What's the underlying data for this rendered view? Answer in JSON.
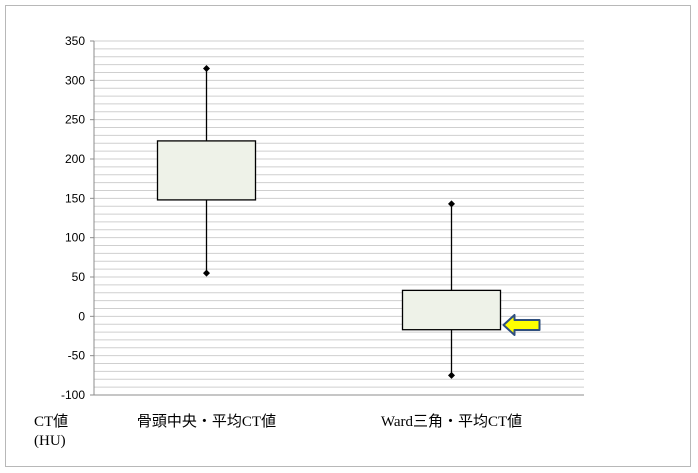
{
  "chart_data": {
    "type": "boxplot",
    "title": "",
    "ylabel_lines": [
      "CT値",
      "(HU)"
    ],
    "ylim": [
      -100,
      350
    ],
    "yticks": [
      350,
      300,
      250,
      200,
      150,
      100,
      50,
      0,
      -50,
      -100
    ],
    "minor_grid_step": 10,
    "grid": true,
    "categories": [
      "骨頭中央・平均CT値",
      "Ward三角・平均CT値"
    ],
    "boxes": [
      {
        "category": "骨頭中央・平均CT値",
        "min": 55,
        "q1": 148,
        "q3": 223,
        "max": 315
      },
      {
        "category": "Ward三角・平均CT値",
        "min": -75,
        "q1": -17,
        "q3": 33,
        "max": 143
      }
    ],
    "annotation": {
      "type": "arrow",
      "target_category": "Ward三角・平均CT値",
      "value": -11,
      "color": "#ffff00",
      "outline": "#2f4f7f"
    },
    "colors": {
      "box_fill": "#eef2e8",
      "box_stroke": "#000000",
      "grid": "#cfcfcf",
      "axis": "#8c8c8c"
    }
  }
}
